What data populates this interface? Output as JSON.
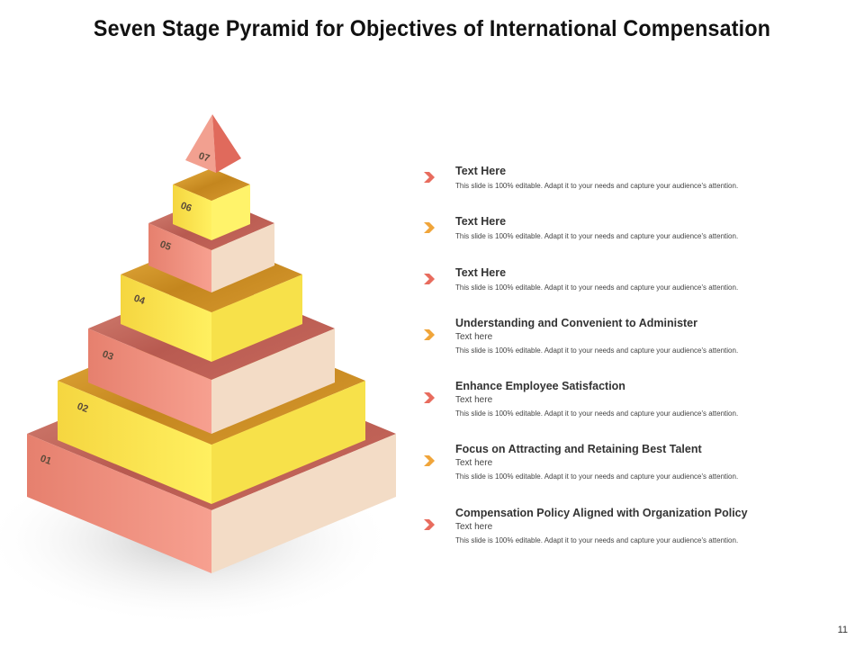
{
  "title": "Seven Stage Pyramid for Objectives of International Compensation",
  "stages": [
    "01",
    "02",
    "03",
    "04",
    "05",
    "06",
    "07"
  ],
  "items": [
    {
      "heading": "Text Here",
      "sub": "",
      "desc": "This slide is 100% editable. Adapt it to your needs and capture your audience's attention.",
      "arrow_color": "#e86c5e"
    },
    {
      "heading": "Text Here",
      "sub": "",
      "desc": "This slide is 100% editable. Adapt it to your needs and capture your audience's attention.",
      "arrow_color": "#f0a53a"
    },
    {
      "heading": "Text Here",
      "sub": "",
      "desc": "This slide is 100% editable. Adapt it to your needs and capture your audience's attention.",
      "arrow_color": "#e86c5e"
    },
    {
      "heading": "Understanding  and Convenient to Administer",
      "sub": "Text here",
      "desc": "This slide is 100% editable. Adapt it to your needs and capture your audience's attention.",
      "arrow_color": "#f0a53a"
    },
    {
      "heading": "Enhance Employee Satisfaction",
      "sub": "Text here",
      "desc": "This slide is 100% editable. Adapt it to your needs and capture your audience's attention.",
      "arrow_color": "#e86c5e"
    },
    {
      "heading": "Focus  on Attracting and Retaining Best  Talent",
      "sub": "Text here",
      "desc": "This slide is 100% editable. Adapt it to your needs and capture your audience's attention.",
      "arrow_color": "#f0a53a"
    },
    {
      "heading": "Compensation  Policy Aligned with Organization Policy",
      "sub": "Text here",
      "desc": "This slide is 100% editable. Adapt it to your needs and capture your audience's attention.",
      "arrow_color": "#e86c5e"
    }
  ],
  "page_number": "11",
  "colors": {
    "salmon_top": "#c86a5e",
    "salmon_front": "#f2907d",
    "salmon_side": "#f3dcc6",
    "yellow_top": "#d89a30",
    "yellow_front": "#fbe84a",
    "yellow_side": "#f7e14a"
  }
}
